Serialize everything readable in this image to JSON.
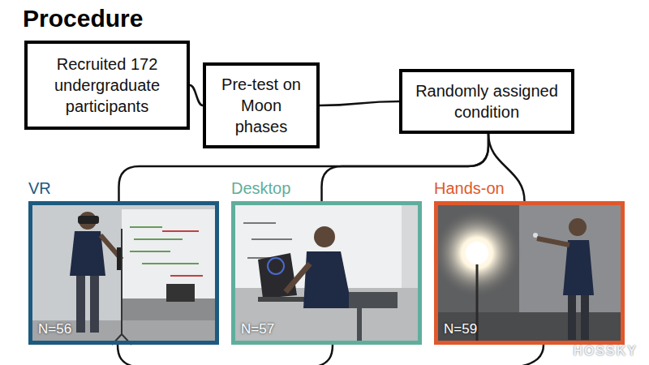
{
  "diagram": {
    "title": "Procedure",
    "nodes": [
      {
        "text": [
          "Recruited 172 undergraduate participants"
        ]
      },
      {
        "text": [
          "Pre-test on Moon phases"
        ]
      },
      {
        "text": [
          "Randomly assigned condition"
        ]
      },
      {
        "text": [
          "VR",
          "N=56"
        ]
      },
      {
        "text": [
          "Desktop",
          "N=57"
        ]
      },
      {
        "text": [
          "Hands-on",
          "N=59"
        ]
      }
    ],
    "edges": [
      {
        "from": 0,
        "to": 1,
        "arrow": "none"
      },
      {
        "from": 1,
        "to": 2,
        "arrow": "none"
      },
      {
        "from": 2,
        "to": 3,
        "arrow": "none"
      },
      {
        "from": 2,
        "to": 4,
        "arrow": "none"
      },
      {
        "from": 2,
        "to": 5,
        "arrow": "none"
      }
    ],
    "labels": [
      "HOSSKY"
    ]
  }
}
